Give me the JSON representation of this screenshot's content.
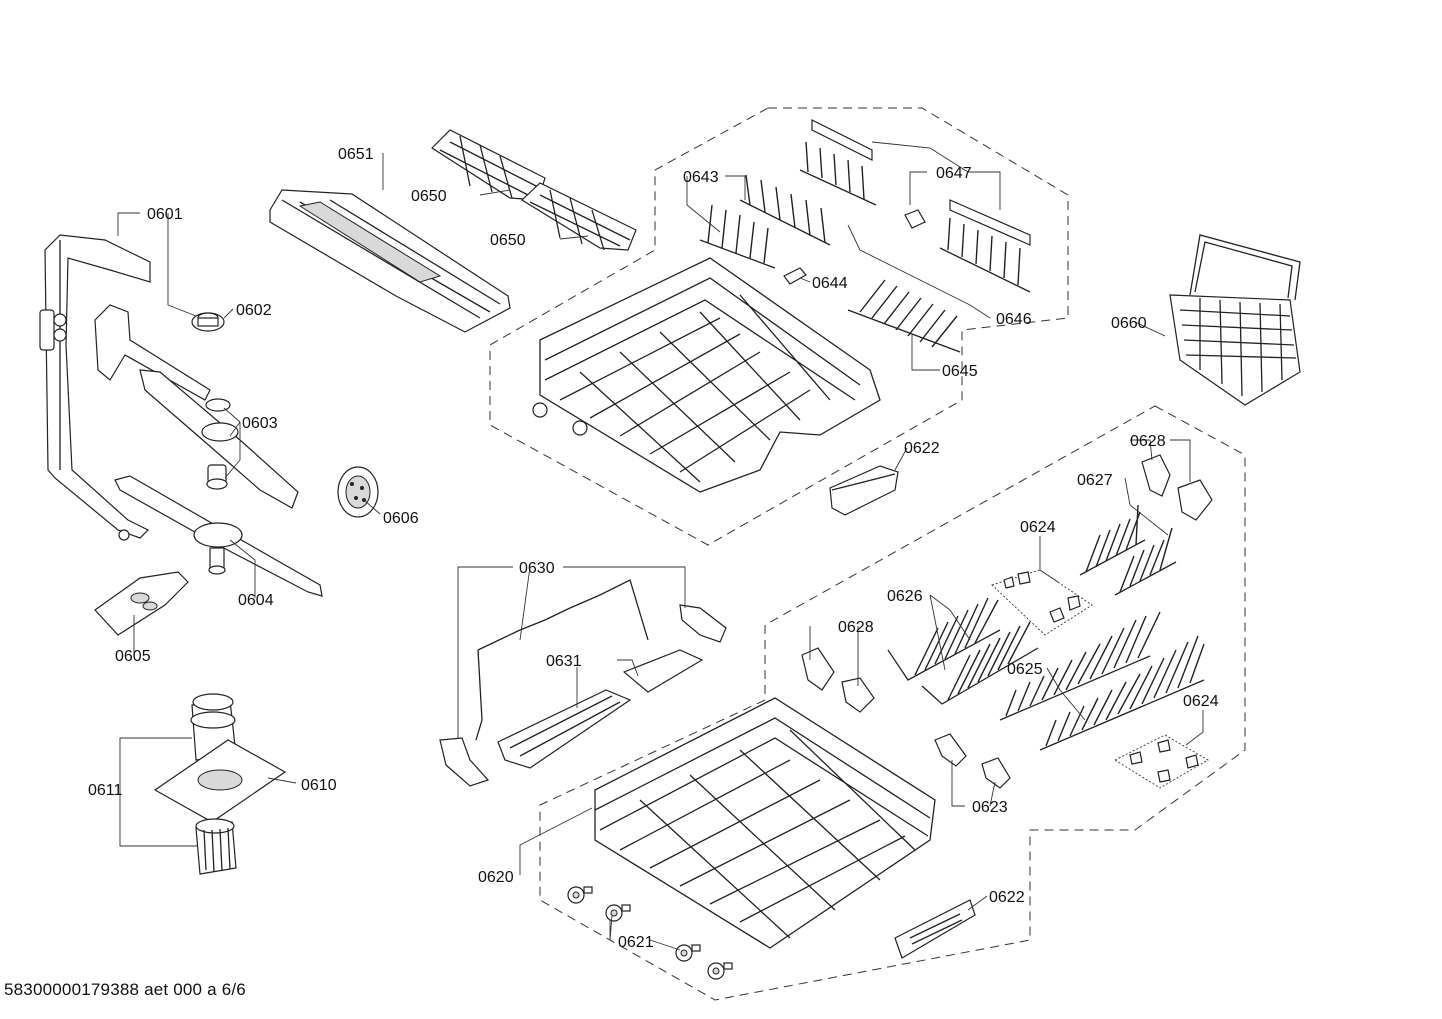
{
  "footer": {
    "doc_code": "58300000179388 aet 000 a 6/6"
  },
  "callouts": [
    {
      "id": "0601",
      "label": "0601"
    },
    {
      "id": "0602",
      "label": "0602"
    },
    {
      "id": "0603",
      "label": "0603"
    },
    {
      "id": "0604",
      "label": "0604"
    },
    {
      "id": "0605",
      "label": "0605"
    },
    {
      "id": "0606",
      "label": "0606"
    },
    {
      "id": "0610",
      "label": "0610"
    },
    {
      "id": "0611",
      "label": "0611"
    },
    {
      "id": "0620",
      "label": "0620"
    },
    {
      "id": "0621",
      "label": "0621"
    },
    {
      "id": "0622a",
      "label": "0622"
    },
    {
      "id": "0622b",
      "label": "0622"
    },
    {
      "id": "0623",
      "label": "0623"
    },
    {
      "id": "0624a",
      "label": "0624"
    },
    {
      "id": "0624b",
      "label": "0624"
    },
    {
      "id": "0625",
      "label": "0625"
    },
    {
      "id": "0626",
      "label": "0626"
    },
    {
      "id": "0627",
      "label": "0627"
    },
    {
      "id": "0628a",
      "label": "0628"
    },
    {
      "id": "0628b",
      "label": "0628"
    },
    {
      "id": "0630",
      "label": "0630"
    },
    {
      "id": "0631",
      "label": "0631"
    },
    {
      "id": "0643",
      "label": "0643"
    },
    {
      "id": "0644",
      "label": "0644"
    },
    {
      "id": "0645",
      "label": "0645"
    },
    {
      "id": "0646",
      "label": "0646"
    },
    {
      "id": "0647",
      "label": "0647"
    },
    {
      "id": "0650a",
      "label": "0650"
    },
    {
      "id": "0650b",
      "label": "0650"
    },
    {
      "id": "0651",
      "label": "0651"
    },
    {
      "id": "0660",
      "label": "0660"
    }
  ]
}
